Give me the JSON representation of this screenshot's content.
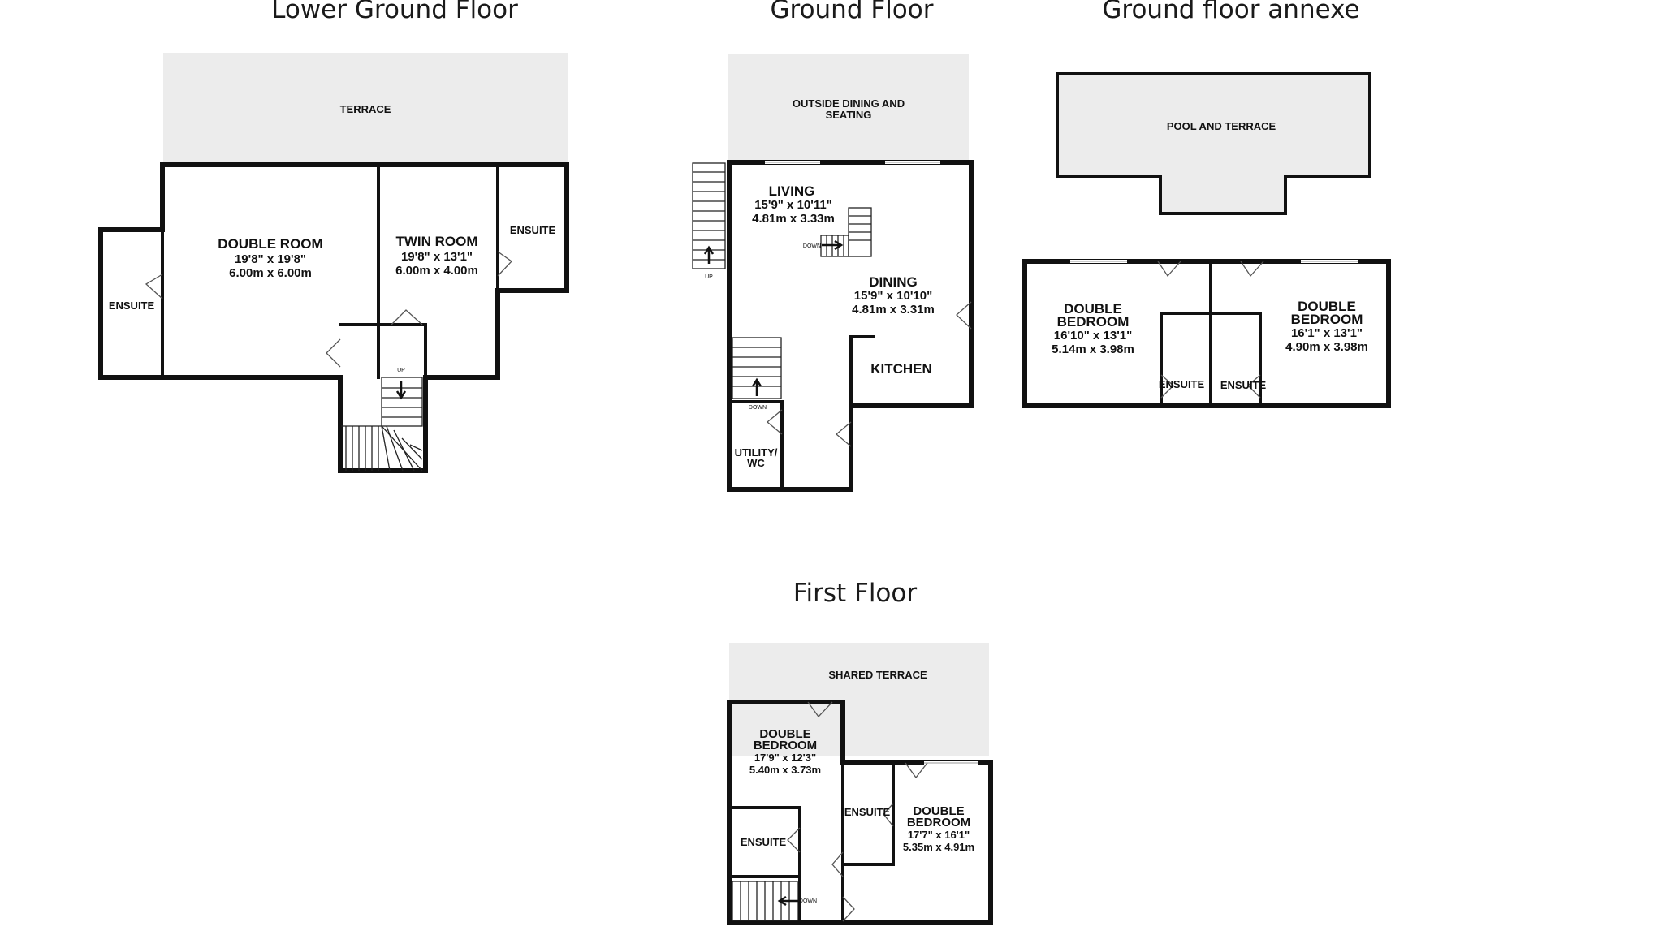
{
  "floors": {
    "lower_ground": {
      "title": "Lower Ground Floor",
      "terrace": "TERRACE",
      "double_room": {
        "name": "DOUBLE ROOM",
        "imperial": "19'8\"  x 19'8\"",
        "metric": "6.00m  x 6.00m"
      },
      "twin_room": {
        "name": "TWIN ROOM",
        "imperial": "19'8\"  x 13'1\"",
        "metric": "6.00m  x 4.00m"
      },
      "ensuite_left": "ENSUITE",
      "ensuite_right": "ENSUITE",
      "stair_label": "UP"
    },
    "ground": {
      "title": "Ground Floor",
      "outside_line1": "OUTSIDE DINING AND",
      "outside_line2": "SEATING",
      "living": {
        "name": "LIVING",
        "imperial": "15'9\"  x 10'11\"",
        "metric": "4.81m  x 3.33m"
      },
      "dining": {
        "name": "DINING",
        "imperial": "15'9\"  x 10'10\"",
        "metric": "4.81m  x 3.31m"
      },
      "kitchen": "KITCHEN",
      "utility_line1": "UTILITY/",
      "utility_line2": "WC",
      "stair_up": "UP",
      "stair_down_living": "DOWN",
      "stair_down_hall": "DOWN"
    },
    "annexe": {
      "title": "Ground floor annexe",
      "pool": "POOL AND TERRACE",
      "bedroom_left": {
        "line1": "DOUBLE",
        "line2": "BEDROOM",
        "imperial": "16'10\"  x 13'1\"",
        "metric": "5.14m  x 3.98m"
      },
      "bedroom_right": {
        "line1": "DOUBLE",
        "line2": "BEDROOM",
        "imperial": "16'1\"  x 13'1\"",
        "metric": "4.90m  x 3.98m"
      },
      "ensuite_left": "ENSUITE",
      "ensuite_right": "ENSUITE"
    },
    "first": {
      "title": "First Floor",
      "terrace": "SHARED TERRACE",
      "bedroom_left": {
        "line1": "DOUBLE",
        "line2": "BEDROOM",
        "imperial": "17'9\"  x 12'3\"",
        "metric": "5.40m  x 3.73m"
      },
      "bedroom_right": {
        "line1": "DOUBLE",
        "line2": "BEDROOM",
        "imperial": "17'7\"  x 16'1\"",
        "metric": "5.35m  x 4.91m"
      },
      "ensuite_left": "ENSUITE",
      "ensuite_right": "ENSUITE",
      "stair_down": "DOWN"
    }
  }
}
